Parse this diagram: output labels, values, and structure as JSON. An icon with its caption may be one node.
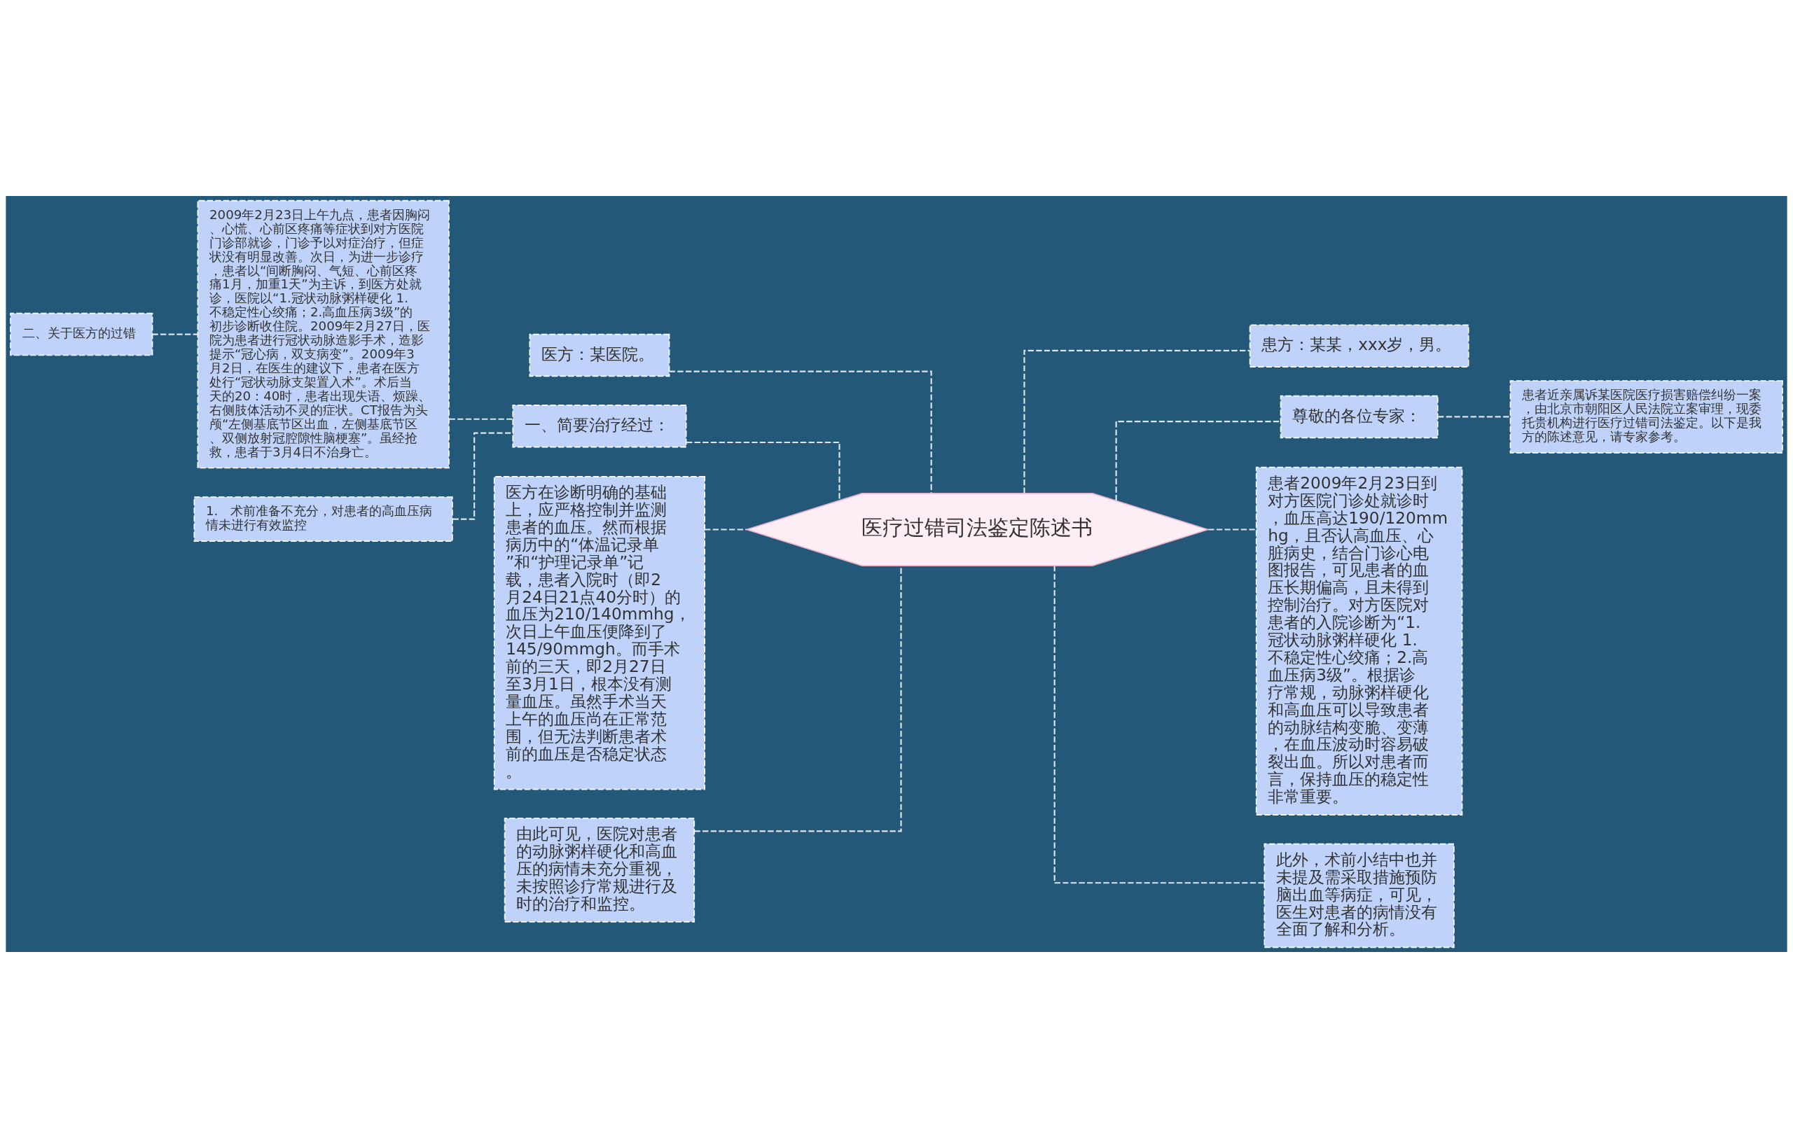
{
  "diagram": {
    "nodes": [
      {
        "text": [
          "医疗过错司法鉴定陈述书"
        ]
      },
      {
        "text": [
          "医方：某医院。"
        ]
      },
      {
        "text": [
          "一、简要治疗经过："
        ]
      },
      {
        "text": [
          "2009年2月23日上午九点，患者因胸闷、心慌、心前区疼痛等症状到对方医院门诊部就诊，门诊予以对症治疗，但症状没有明显改善。次日，为进一步诊疗，患者以“间断胸闷、气短、心前区疼痛1月，加重1天”为主诉，到医方处就诊，医院以“1.冠状动脉粥样硬化 1.不稳定性心绞痛；2.高血压病3级”的初步诊断收住院。2009年2月27日，医院为患者进行冠状动脉造影手术，造影提示“冠心病，双支病变”。2009年3月2日，在医生的建议下，患者在医方处行“冠状动脉支架置入术”。术后当天的20：40时，患者出现失语、烦躁、右侧肢体活动不灵的症状。CT报告为头颅“左侧基底节区出血，左侧基底节区、双侧放射冠腔隙性脑梗塞”。虽经抢救，患者于3月4日不治身亡。"
        ]
      },
      {
        "text": [
          "二、关于医方的过错"
        ]
      },
      {
        "text": [
          "1.　术前准备不充分，对患者的高血压病情未进行有效监控"
        ]
      },
      {
        "text": [
          "医方在诊断明确的基础上，应严格控制并监测患者的血压。然而根据病历中的“体温记录单”和“护理记录单”记载，患者入院时（即2月24日21点40分时）的血压为210/140mmhg，次日上午血压便降到了145/90mmgh。而手术前的三天，即2月27日至3月1日，根本没有测量血压。虽然手术当天上午的血压尚在正常范围，但无法判断患者术前的血压是否稳定状态。"
        ]
      },
      {
        "text": [
          "由此可见，医院对患者的动脉粥样硬化和高血压的病情未充分重视，未按照诊疗常规进行及时的治疗和监控。"
        ]
      },
      {
        "text": [
          "患方：某某，xxx岁，男。"
        ]
      },
      {
        "text": [
          "尊敬的各位专家："
        ]
      },
      {
        "text": [
          "患者近亲属诉某医院医疗损害赔偿纠纷一案，由北京市朝阳区人民法院立案审理，现委托贵机构进行医疗过错司法鉴定。以下是我方的陈述意见，请专家参考。"
        ]
      },
      {
        "text": [
          "患者2009年2月23日到对方医院门诊处就诊时，血压高达190/120mmhg，且否认高血压、心脏病史，结合门诊心电图报告，可见患者的血压长期偏高，且未得到控制治疗。对方医院对患者的入院诊断为“1.冠状动脉粥样硬化 1.不稳定性心绞痛；2.高血压病3级”。根据诊疗常规，动脉粥样硬化和高血压可以导致患者的动脉结构变脆、变薄，在血压波动时容易破裂出血。所以对患者而言，保持血压的稳定性非常重要。"
        ]
      },
      {
        "text": [
          "此外，术前小结中也并未提及需采取措施预防脑出血等病症，可见，医生对患者的病情没有全面了解和分析。"
        ]
      }
    ],
    "edges": [
      {
        "from": 0,
        "to": 1,
        "arrow": "none"
      },
      {
        "from": 0,
        "to": 2,
        "arrow": "none"
      },
      {
        "from": 2,
        "to": 3,
        "arrow": "none"
      },
      {
        "from": 3,
        "to": 4,
        "arrow": "none"
      },
      {
        "from": 2,
        "to": 5,
        "arrow": "none"
      },
      {
        "from": 0,
        "to": 6,
        "arrow": "none"
      },
      {
        "from": 0,
        "to": 7,
        "arrow": "none"
      },
      {
        "from": 0,
        "to": 8,
        "arrow": "none"
      },
      {
        "from": 0,
        "to": 9,
        "arrow": "none"
      },
      {
        "from": 9,
        "to": 10,
        "arrow": "none"
      },
      {
        "from": 0,
        "to": 11,
        "arrow": "none"
      },
      {
        "from": 0,
        "to": 12,
        "arrow": "none"
      }
    ]
  }
}
